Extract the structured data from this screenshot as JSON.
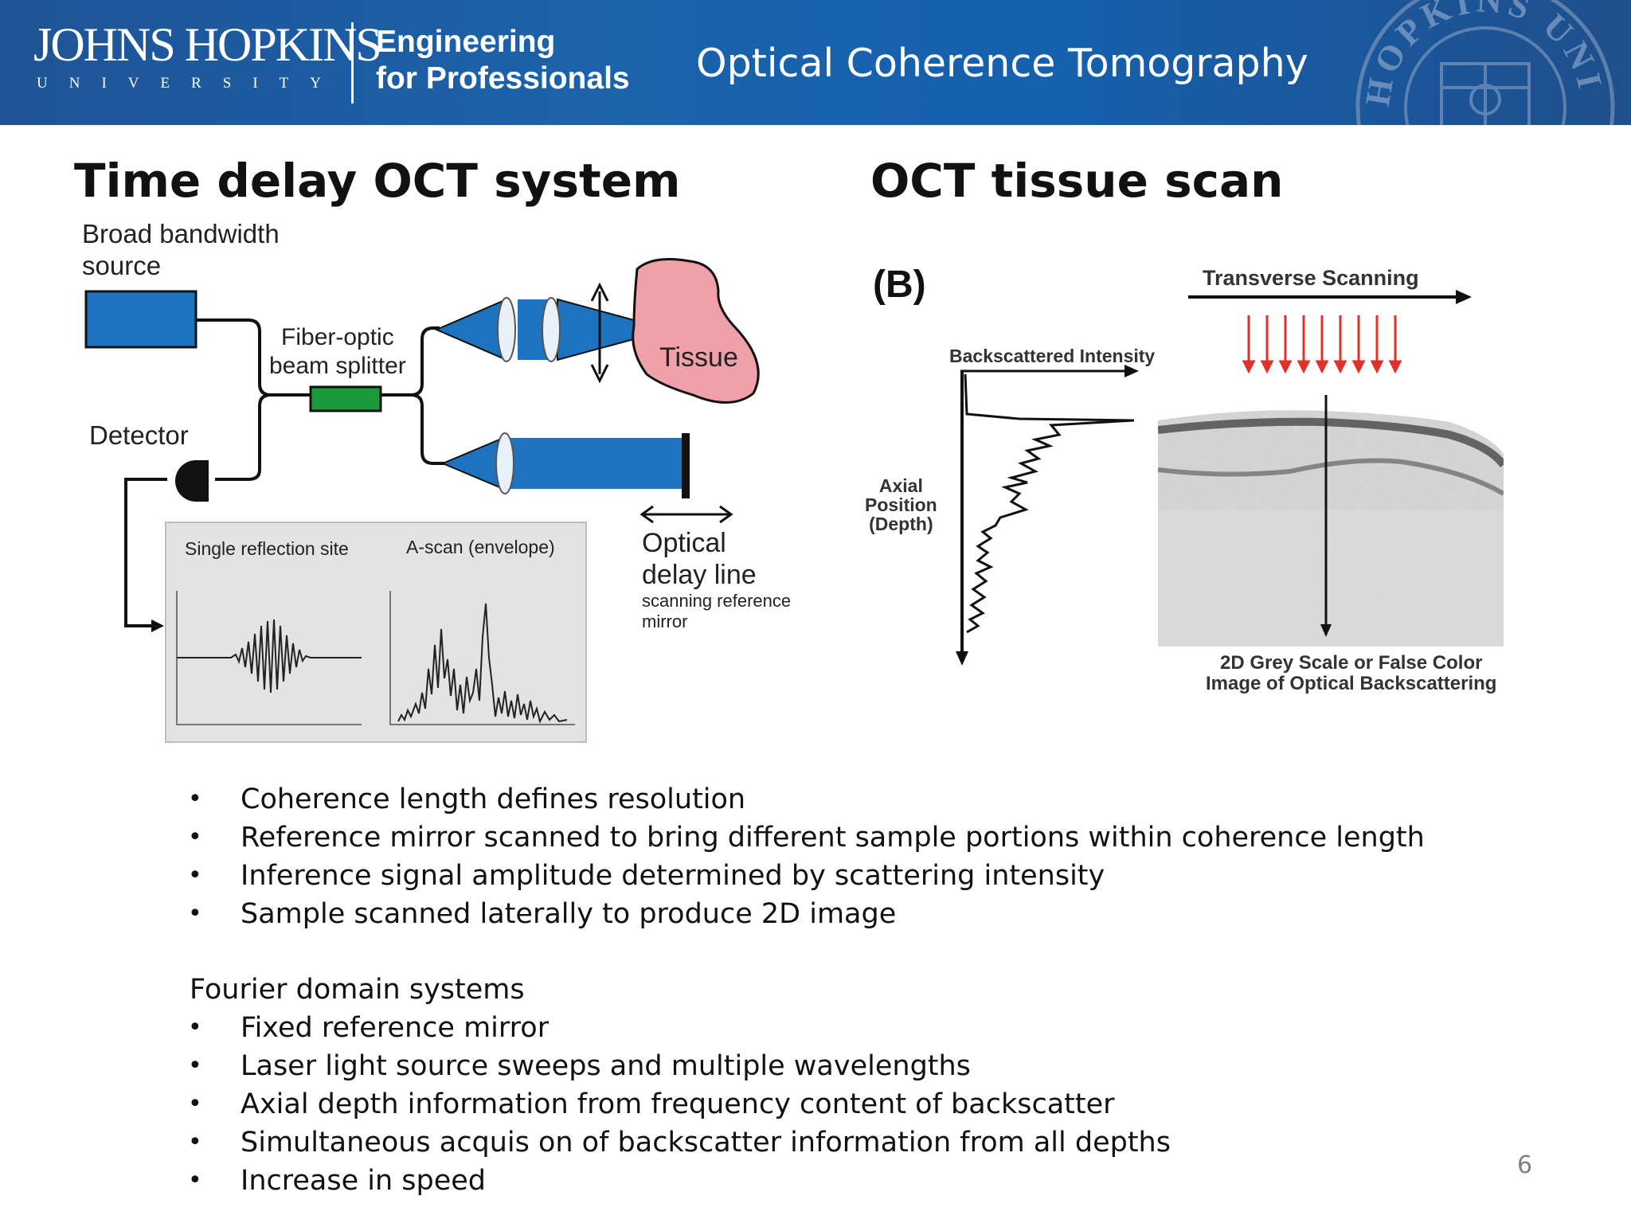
{
  "header": {
    "logo_name": "JOHNS HOPKINS",
    "logo_university": "UNIVERSITY",
    "program_line1": "Engineering",
    "program_line2": "for Professionals",
    "title": "Optical Coherence Tomography",
    "seal_text": "HOPKINS UNIVERSITY"
  },
  "left_section": {
    "title": "Time delay OCT system",
    "labels": {
      "source_line1": "Broad bandwidth",
      "source_line2": "source",
      "splitter_line1": "Fiber-optic",
      "splitter_line2": "beam splitter",
      "tissue": "Tissue",
      "detector": "Detector",
      "single_reflection": "Single reflection site",
      "ascan": "A-scan (envelope)",
      "delay_line1": "Optical",
      "delay_line2": "delay line",
      "delay_sub1": "scanning reference",
      "delay_sub2": "mirror"
    }
  },
  "right_section": {
    "title": "OCT tissue scan",
    "labels": {
      "panel": "(B)",
      "transverse": "Transverse Scanning",
      "backscattered": "Backscattered Intensity",
      "axial1": "Axial",
      "axial2": "Position",
      "axial3": "(Depth)",
      "caption1": "2D Grey Scale or False Color",
      "caption2": "Image of Optical Backscattering"
    }
  },
  "bullets_time_delay": [
    "Coherence length defines resolution",
    "Reference mirror scanned to bring different sample portions within coherence length",
    "Inference signal amplitude determined by scattering intensity",
    "Sample scanned laterally to produce 2D image"
  ],
  "fourier_heading": "Fourier domain systems",
  "bullets_fourier": [
    "Fixed reference mirror",
    "Laser light source sweeps and multiple wavelengths",
    "Axial  depth information from frequency content of backscatter",
    "Simultaneous acquis on of backscatter information from all depths",
    "Increase in speed"
  ],
  "bullet_symbol": "•",
  "page_number": "6",
  "colors": {
    "banner": "#1b62aa",
    "source_box": "#1e73be",
    "splitter": "#1a9a3a",
    "tissue": "#f0a0a8",
    "inset_bg": "#e3e3e3",
    "red_arrows": "#e0322a",
    "page_number": "#7f7f7f"
  }
}
